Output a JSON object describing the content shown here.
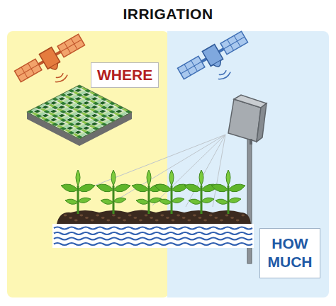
{
  "diagram": {
    "title": "IRRIGATION",
    "nodes": [
      {
        "text": [
          "WHERE"
        ]
      },
      {
        "text": [
          "HOW MUCH"
        ]
      }
    ]
  }
}
